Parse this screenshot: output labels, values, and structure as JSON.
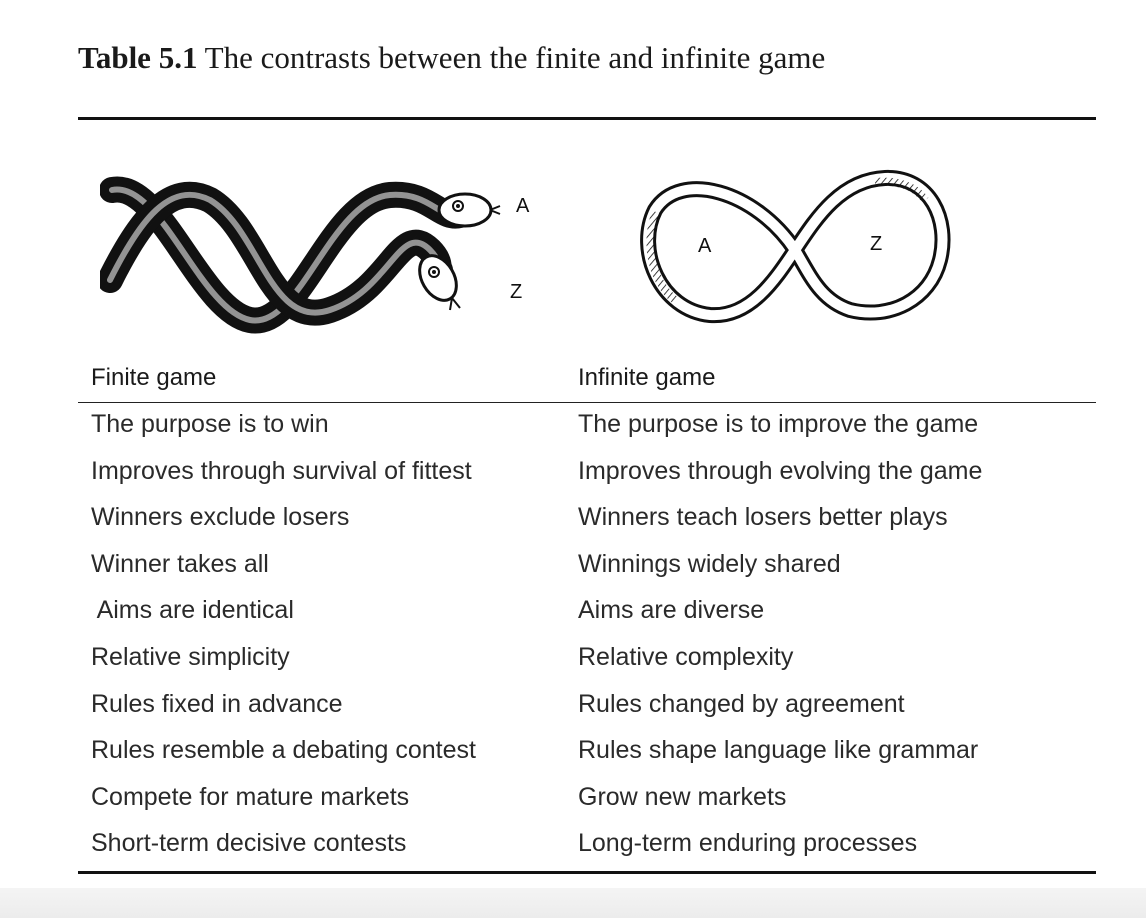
{
  "caption": {
    "label": "Table 5.1",
    "text": "The contrasts between the finite and infinite game"
  },
  "illustrations": {
    "finite_letter_a": "A",
    "finite_letter_z": "Z",
    "infinite_letter_a": "A",
    "infinite_letter_z": "Z"
  },
  "table": {
    "headers": [
      "Finite game",
      "Infinite game"
    ],
    "rows": [
      [
        "The purpose is to win",
        "The purpose is to improve the game"
      ],
      [
        "Improves through survival of fittest",
        "Improves through evolving the game"
      ],
      [
        "Winners exclude losers",
        "Winners teach losers better plays"
      ],
      [
        "Winner takes all",
        "Winnings widely shared"
      ],
      [
        " Aims are identical",
        "Aims are diverse"
      ],
      [
        "Relative simplicity",
        "Relative complexity"
      ],
      [
        "Rules fixed in advance",
        "Rules changed by agreement"
      ],
      [
        "Rules resemble a debating contest",
        "Rules shape language like grammar"
      ],
      [
        "Compete for mature markets",
        "Grow new markets"
      ],
      [
        "Short-term decisive contests",
        "Long-term enduring processes"
      ]
    ]
  }
}
